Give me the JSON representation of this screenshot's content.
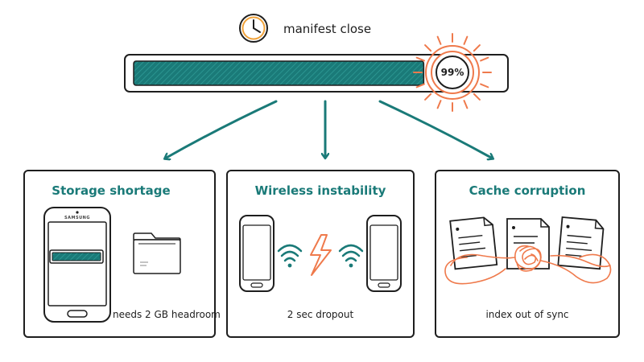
{
  "header": {
    "caption": "manifest close",
    "progress_percent": 99,
    "progress_label": "99%",
    "clock_icon": "clock-icon"
  },
  "panels": [
    {
      "title": "Storage shortage",
      "caption": "needs 2 GB headroom",
      "phone_brand": "SAMSUNG"
    },
    {
      "title": "Wireless instability",
      "caption": "2 sec dropout"
    },
    {
      "title": "Cache corruption",
      "caption": "index out of sync"
    }
  ],
  "colors": {
    "teal": "#1a7a78",
    "accent": "#ef7a4c",
    "ink": "#1e1e1e"
  }
}
